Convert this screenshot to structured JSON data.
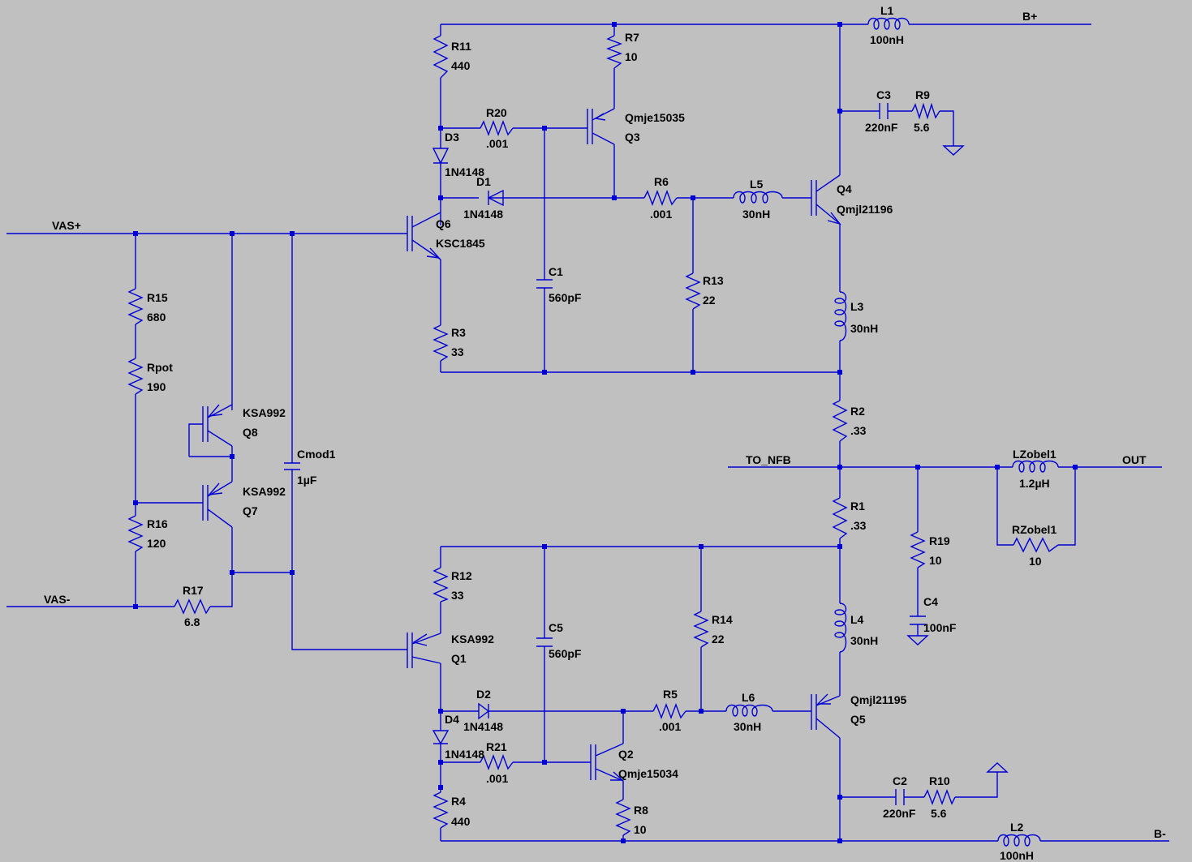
{
  "nets": {
    "vas_plus": "VAS+",
    "vas_minus": "VAS-",
    "b_plus": "B+",
    "b_minus": "B-",
    "to_nfb": "TO_NFB",
    "out": "OUT"
  },
  "components": {
    "R11": {
      "name": "R11",
      "value": "440"
    },
    "R7": {
      "name": "R7",
      "value": "10"
    },
    "L1": {
      "name": "L1",
      "value": "100nH"
    },
    "R20": {
      "name": "R20",
      "value": ".001"
    },
    "D3": {
      "name": "D3",
      "value": "1N4148"
    },
    "Q3": {
      "name": "Q3",
      "value": "Qmje15035"
    },
    "C3": {
      "name": "C3",
      "value": "220nF"
    },
    "R9": {
      "name": "R9",
      "value": "5.6"
    },
    "D1": {
      "name": "D1",
      "value": "1N4148"
    },
    "R6": {
      "name": "R6",
      "value": ".001"
    },
    "L5": {
      "name": "L5",
      "value": "30nH"
    },
    "Q4": {
      "name": "Q4",
      "value": "Qmjl21196"
    },
    "Q6": {
      "name": "Q6",
      "value": "KSC1845"
    },
    "C1": {
      "name": "C1",
      "value": "560pF"
    },
    "R13": {
      "name": "R13",
      "value": "22"
    },
    "L3": {
      "name": "L3",
      "value": "30nH"
    },
    "R15": {
      "name": "R15",
      "value": "680"
    },
    "Rpot": {
      "name": "Rpot",
      "value": "190"
    },
    "R3": {
      "name": "R3",
      "value": "33"
    },
    "Q8": {
      "name": "Q8",
      "value": "KSA992"
    },
    "Cmod1": {
      "name": "Cmod1",
      "value": "1µF"
    },
    "R2": {
      "name": "R2",
      "value": ".33"
    },
    "Q7": {
      "name": "Q7",
      "value": "KSA992"
    },
    "LZobel1": {
      "name": "LZobel1",
      "value": "1.2µH"
    },
    "R16": {
      "name": "R16",
      "value": "120"
    },
    "R1": {
      "name": "R1",
      "value": ".33"
    },
    "RZobel1": {
      "name": "RZobel1",
      "value": "10"
    },
    "R19": {
      "name": "R19",
      "value": "10"
    },
    "R12": {
      "name": "R12",
      "value": "33"
    },
    "R17": {
      "name": "R17",
      "value": "6.8"
    },
    "C4": {
      "name": "C4",
      "value": "100nF"
    },
    "R14": {
      "name": "R14",
      "value": "22"
    },
    "L4": {
      "name": "L4",
      "value": "30nH"
    },
    "Q1": {
      "name": "Q1",
      "value": "KSA992"
    },
    "C5": {
      "name": "C5",
      "value": "560pF"
    },
    "D2": {
      "name": "D2",
      "value": "1N4148"
    },
    "R5": {
      "name": "R5",
      "value": ".001"
    },
    "L6": {
      "name": "L6",
      "value": "30nH"
    },
    "Q5": {
      "name": "Q5",
      "value": "Qmjl21195"
    },
    "D4": {
      "name": "D4",
      "value": "1N4148"
    },
    "R21": {
      "name": "R21",
      "value": ".001"
    },
    "Q2": {
      "name": "Q2",
      "value": "Qmje15034"
    },
    "C2": {
      "name": "C2",
      "value": "220nF"
    },
    "R10": {
      "name": "R10",
      "value": "5.6"
    },
    "R4": {
      "name": "R4",
      "value": "440"
    },
    "R8": {
      "name": "R8",
      "value": "10"
    },
    "L2": {
      "name": "L2",
      "value": "100nH"
    }
  },
  "colors": {
    "background": "#c0c0c0",
    "wire": "#0000d4",
    "text": "#000000"
  }
}
